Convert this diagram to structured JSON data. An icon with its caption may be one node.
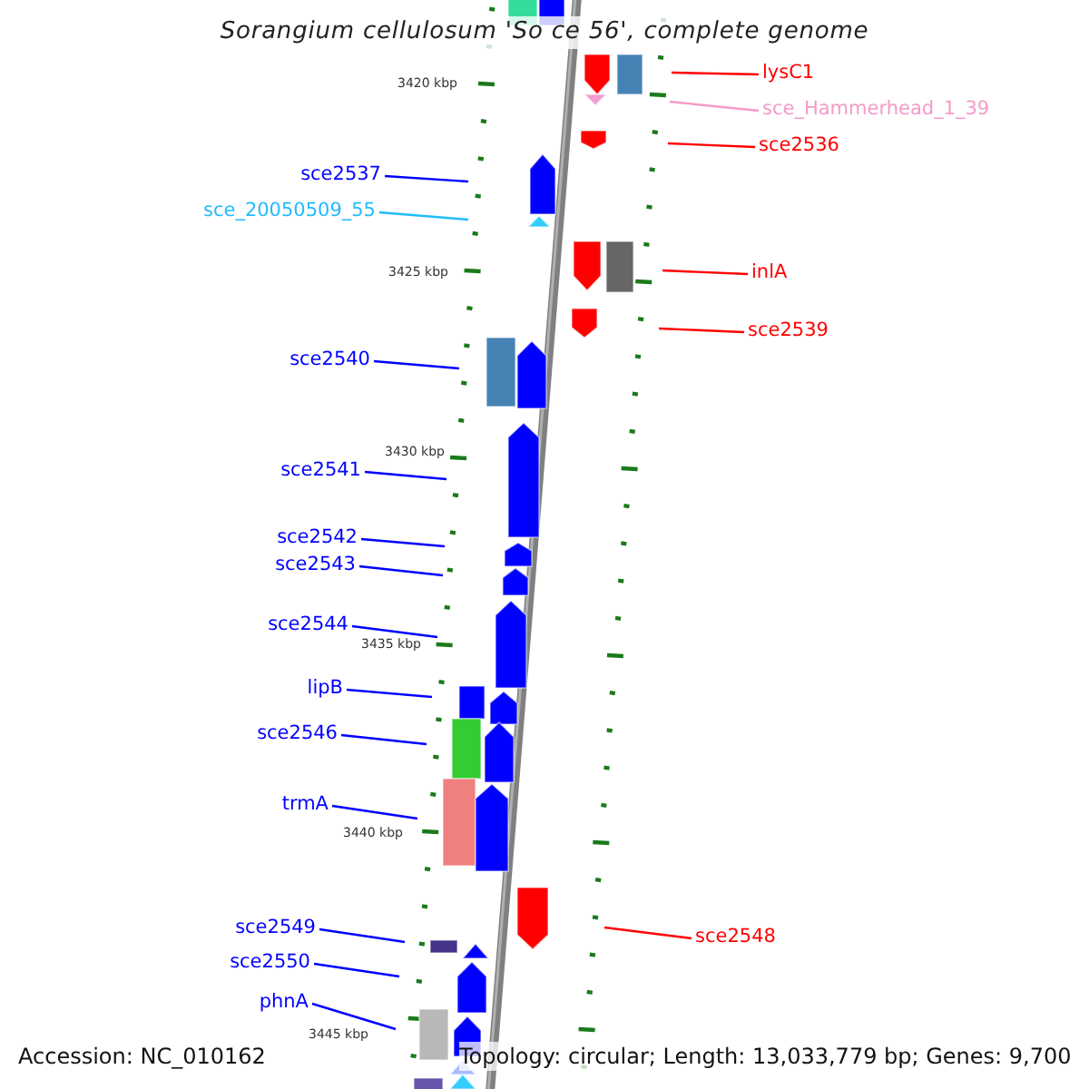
{
  "diagram": {
    "title": "Sorangium cellulosum 'So ce 56', complete genome",
    "nodes": [
      {
        "text": [
          "lysC1"
        ]
      },
      {
        "text": [
          "sce_Hammerhead_1_39"
        ]
      },
      {
        "text": [
          "sce2536"
        ]
      },
      {
        "text": [
          "sce2537"
        ]
      },
      {
        "text": [
          "sce_20050509_55"
        ]
      },
      {
        "text": [
          "inlA"
        ]
      },
      {
        "text": [
          "sce2539"
        ]
      },
      {
        "text": [
          "sce2540"
        ]
      },
      {
        "text": [
          "sce2541"
        ]
      },
      {
        "text": [
          "sce2542"
        ]
      },
      {
        "text": [
          "sce2543"
        ]
      },
      {
        "text": [
          "sce2544"
        ]
      },
      {
        "text": [
          "lipB"
        ]
      },
      {
        "text": [
          "sce2546"
        ]
      },
      {
        "text": [
          "trmA"
        ]
      },
      {
        "text": [
          "sce2549"
        ]
      },
      {
        "text": [
          "sce2548"
        ]
      },
      {
        "text": [
          "sce2550"
        ]
      },
      {
        "text": [
          "phnA"
        ]
      }
    ],
    "edges": [
      {
        "from": 0,
        "to": null,
        "arrow": "none",
        "color": "#ff0000"
      },
      {
        "from": 1,
        "to": null,
        "arrow": "none",
        "color": "#f59ac8"
      },
      {
        "from": 2,
        "to": null,
        "arrow": "none",
        "color": "#ff0000"
      },
      {
        "from": 3,
        "to": null,
        "arrow": "none"
      },
      {
        "from": 4,
        "to": null,
        "arrow": "none",
        "color": "#22bbff"
      },
      {
        "from": 5,
        "to": null,
        "arrow": "none",
        "color": "#ff0000"
      },
      {
        "from": 6,
        "to": null,
        "arrow": "none",
        "color": "#ff0000"
      },
      {
        "from": 7,
        "to": null,
        "arrow": "none"
      },
      {
        "from": 8,
        "to": null,
        "arrow": "none"
      },
      {
        "from": 9,
        "to": null,
        "arrow": "none"
      },
      {
        "from": 10,
        "to": null,
        "arrow": "none"
      },
      {
        "from": 11,
        "to": null,
        "arrow": "none"
      },
      {
        "from": 12,
        "to": null,
        "arrow": "none"
      },
      {
        "from": 13,
        "to": null,
        "arrow": "none"
      },
      {
        "from": 14,
        "to": null,
        "arrow": "none"
      },
      {
        "from": 15,
        "to": null,
        "arrow": "none"
      },
      {
        "from": 16,
        "to": null,
        "arrow": "none",
        "color": "#ff0000"
      },
      {
        "from": 17,
        "to": null,
        "arrow": "none"
      },
      {
        "from": 18,
        "to": null,
        "arrow": "none"
      }
    ],
    "labels": [
      "3420 kbp",
      "3425 kbp",
      "3430 kbp",
      "3435 kbp",
      "3440 kbp",
      "3445 kbp",
      "Accession: NC_010162",
      "Topology: circular; Length: 13,033,779 bp; Genes: 9,700"
    ]
  }
}
